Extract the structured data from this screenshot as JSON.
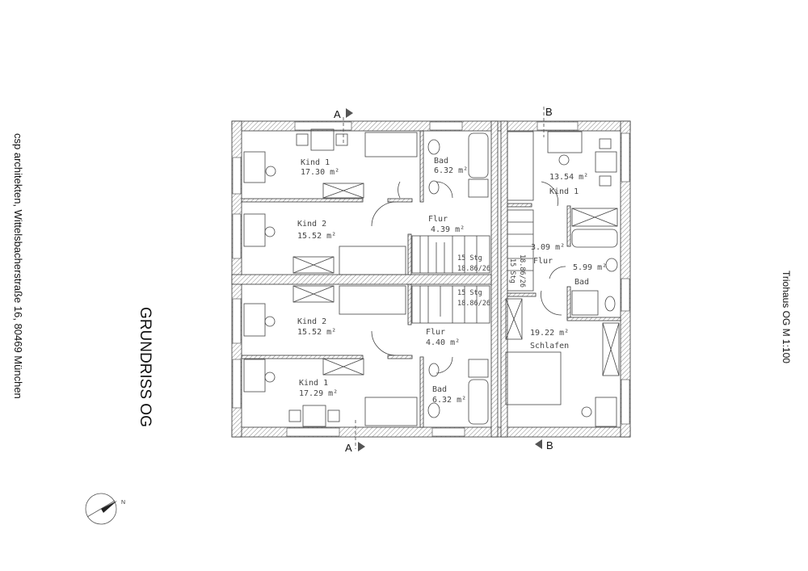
{
  "title": "GRUNDRISS OG",
  "office": "csp architekten, Wittelsbacherstraße 16, 80469 München",
  "plan_caption": "Triohaus OG M 1:100",
  "section_markers": {
    "a_top": "A",
    "a_bottom": "A",
    "b_top": "B",
    "b_bottom": "B"
  },
  "north_label": "N",
  "rooms": {
    "top_left": {
      "kind1": {
        "name": "Kind 1",
        "area": "17.30 m²"
      },
      "bad": {
        "name": "Bad",
        "area": "6.32 m²"
      },
      "kind2": {
        "name": "Kind 2",
        "area": "15.52 m²"
      },
      "flur": {
        "name": "Flur",
        "area": "4.39 m²"
      },
      "stairs": {
        "steps": "15 Stg",
        "ratio": "18.86/26"
      }
    },
    "bottom_left": {
      "kind2": {
        "name": "Kind 2",
        "area": "15.52 m²"
      },
      "flur": {
        "name": "Flur",
        "area": "4.40 m²"
      },
      "kind1": {
        "name": "Kind 1",
        "area": "17.29 m²"
      },
      "bad": {
        "name": "Bad",
        "area": "6.32 m²"
      },
      "stairs": {
        "steps": "15 Stg",
        "ratio": "18.86/26"
      }
    },
    "right": {
      "kind1": {
        "name": "Kind 1",
        "area": "13.54 m²"
      },
      "flur": {
        "name": "Flur",
        "area": "3.09 m²"
      },
      "bad": {
        "name": "Bad",
        "area": "5.99 m²"
      },
      "schlafen": {
        "name": "Schlafen",
        "area": "19.22 m²"
      },
      "stairs": {
        "steps": "15 Stg",
        "ratio": "18.86/26"
      }
    }
  }
}
